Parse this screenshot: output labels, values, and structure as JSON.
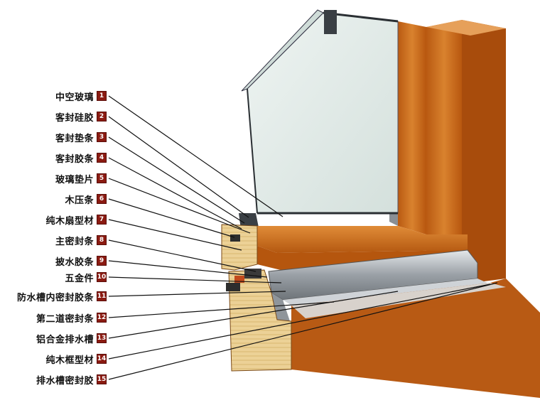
{
  "labels": [
    {
      "text": "中空玻璃",
      "num": "1"
    },
    {
      "text": "客封硅胶",
      "num": "2"
    },
    {
      "text": "客封垫条",
      "num": "3"
    },
    {
      "text": "客封胶条",
      "num": "4"
    },
    {
      "text": "玻璃垫片",
      "num": "5"
    },
    {
      "text": "木压条",
      "num": "6"
    },
    {
      "text": "纯木扇型材",
      "num": "7"
    },
    {
      "text": "主密封条",
      "num": "8"
    },
    {
      "text": "披水胶条",
      "num": "9"
    },
    {
      "text": "五金件",
      "num": "10"
    },
    {
      "text": "防水槽内密封胶条",
      "num": "11"
    },
    {
      "text": "第二道密封条",
      "num": "12"
    },
    {
      "text": "铝合金排水槽",
      "num": "13"
    },
    {
      "text": "纯木框型材",
      "num": "14"
    },
    {
      "text": "排水槽密封胶",
      "num": "15"
    }
  ],
  "colors": {
    "wood": "#c96a1c",
    "wood_dark": "#9a4a10",
    "wood_light": "#e39a4a",
    "end_grain": "#e8c98a",
    "glass": "#dfe9e6",
    "aluminum": "#b7bcc2",
    "badge": "#8b1b12",
    "leader": "#111111"
  }
}
